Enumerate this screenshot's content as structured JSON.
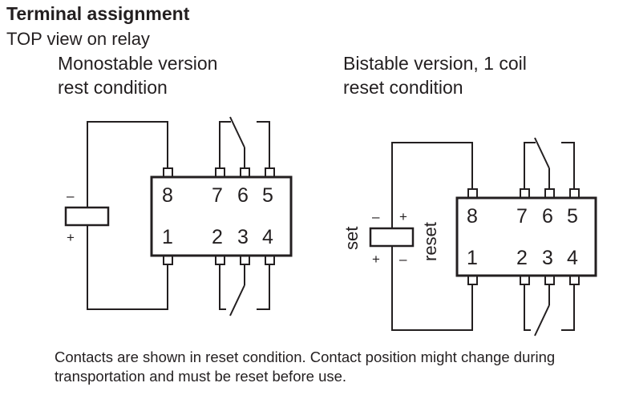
{
  "heading": {
    "title": "Terminal assignment",
    "subtitle": "TOP view on relay"
  },
  "monostable": {
    "caption_line1": "Monostable version",
    "caption_line2": "rest condition",
    "pins": {
      "p8": "8",
      "p7": "7",
      "p6": "6",
      "p5": "5",
      "p1": "1",
      "p2": "2",
      "p3": "3",
      "p4": "4"
    },
    "coil_minus": "–",
    "coil_plus": "+"
  },
  "bistable": {
    "caption_line1": "Bistable version, 1 coil",
    "caption_line2": "reset condition",
    "pins": {
      "p8": "8",
      "p7": "7",
      "p6": "6",
      "p5": "5",
      "p1": "1",
      "p2": "2",
      "p3": "3",
      "p4": "4"
    },
    "set_label": "set",
    "reset_label": "reset",
    "set_minus": "–",
    "set_plus": "+",
    "reset_plus": "+",
    "reset_minus": "–"
  },
  "note": {
    "line1": "Contacts are shown in reset condition. Contact position might change during",
    "line2": "transportation and must be reset before use."
  }
}
